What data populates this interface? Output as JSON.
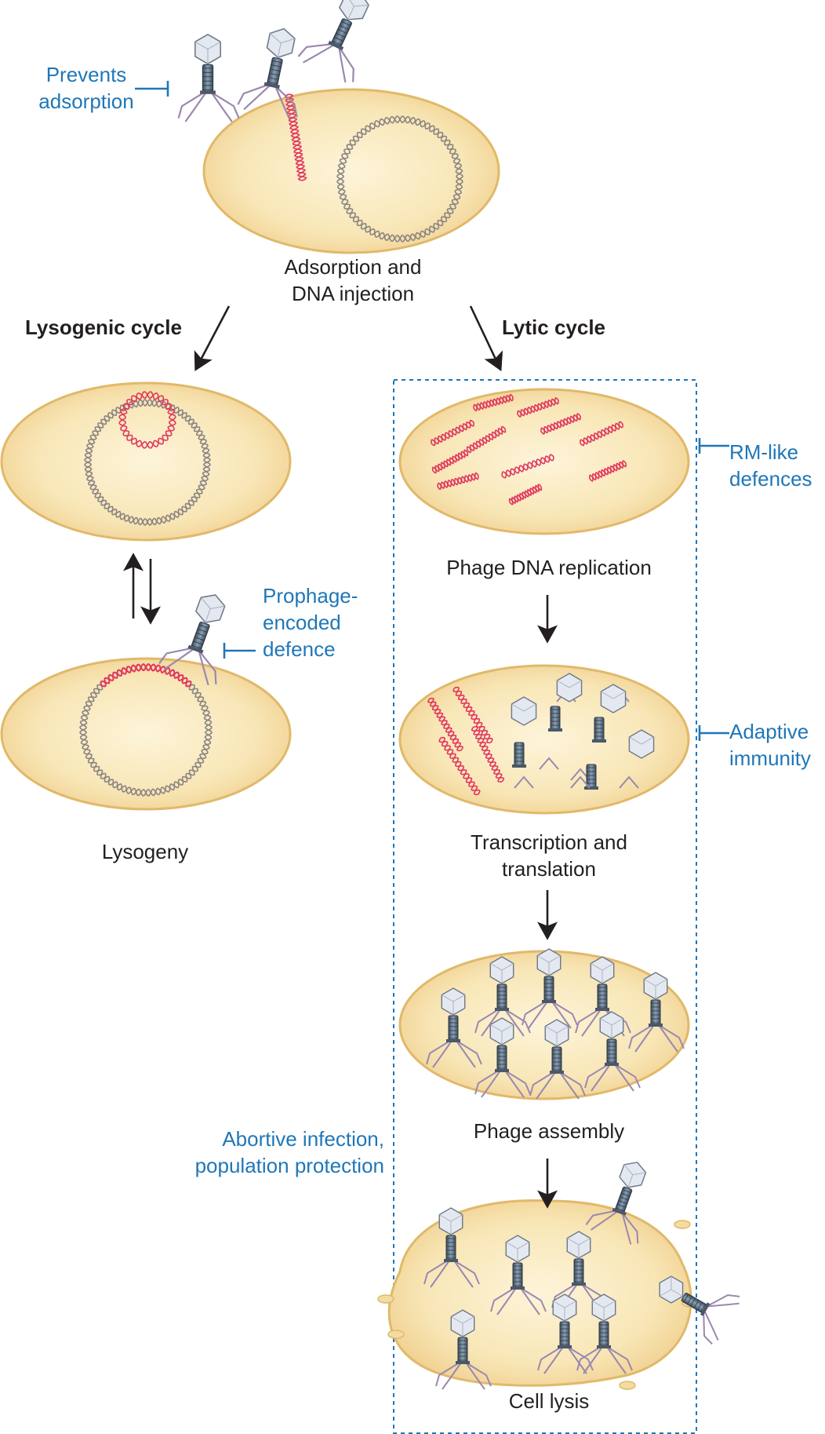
{
  "labels": {
    "prevents_adsorption": "Prevents\nadsorption",
    "adsorption_injection": "Adsorption and\nDNA injection",
    "lysogenic_cycle": "Lysogenic cycle",
    "lytic_cycle": "Lytic cycle",
    "rm_like": "RM-like\ndefences",
    "phage_dna_replication": "Phage DNA replication",
    "prophage_defence": "Prophage-\nencoded\ndefence",
    "adaptive_immunity": "Adaptive\nimmunity",
    "lysogeny": "Lysogeny",
    "transcription_translation": "Transcription and\ntranslation",
    "phage_assembly": "Phage assembly",
    "abortive_infection": "Abortive infection,\npopulation protection",
    "cell_lysis": "Cell lysis"
  },
  "colors": {
    "cell_fill": "#f6e0a8",
    "cell_stroke": "#e0b96a",
    "phage_dna": "#e0385f",
    "host_dna": "#8a8482",
    "defence_blue": "#1f77b8",
    "arrow": "#231f20",
    "phage_head": "#e4e8f0",
    "phage_tail": "#5a6a7a",
    "phage_legs": "#9b88b0"
  }
}
